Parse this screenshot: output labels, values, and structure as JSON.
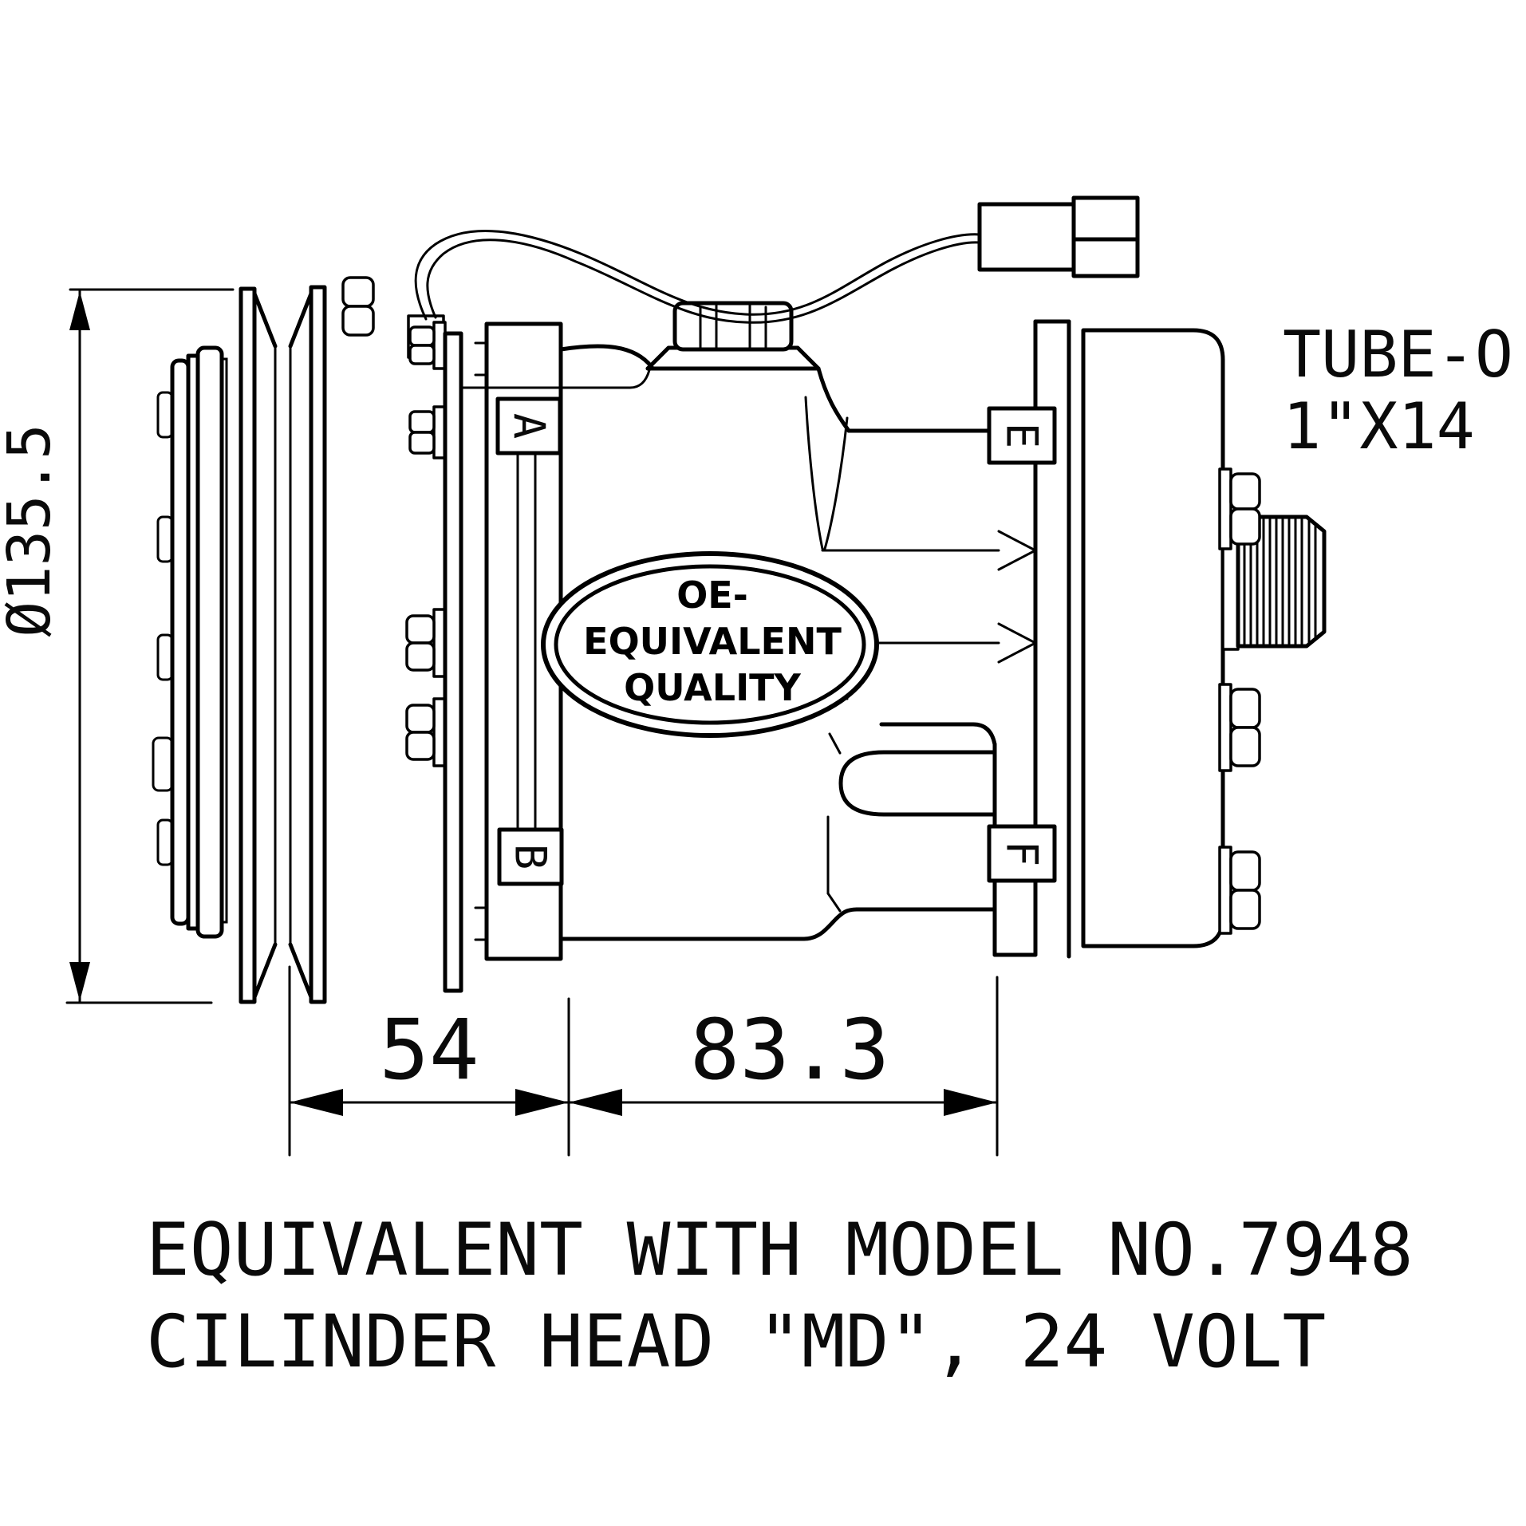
{
  "drawing": {
    "background": "#ffffff",
    "line_color": "#000000",
    "labels": {
      "diameter": "Ø135.5",
      "width_front": "54",
      "width_rear": "83.3"
    },
    "ports": {
      "a": "A",
      "b": "B",
      "e": "E",
      "f": "F"
    },
    "tube_note": {
      "line1": "TUBE-O",
      "line2": "1\"X14"
    },
    "badge": {
      "line1": "OE-",
      "line2": "EQUIVALENT",
      "line3": "QUALITY"
    },
    "footer": {
      "line1": "EQUIVALENT WITH MODEL NO.7948",
      "line2": "CILINDER HEAD \"MD\", 24 VOLT"
    }
  }
}
